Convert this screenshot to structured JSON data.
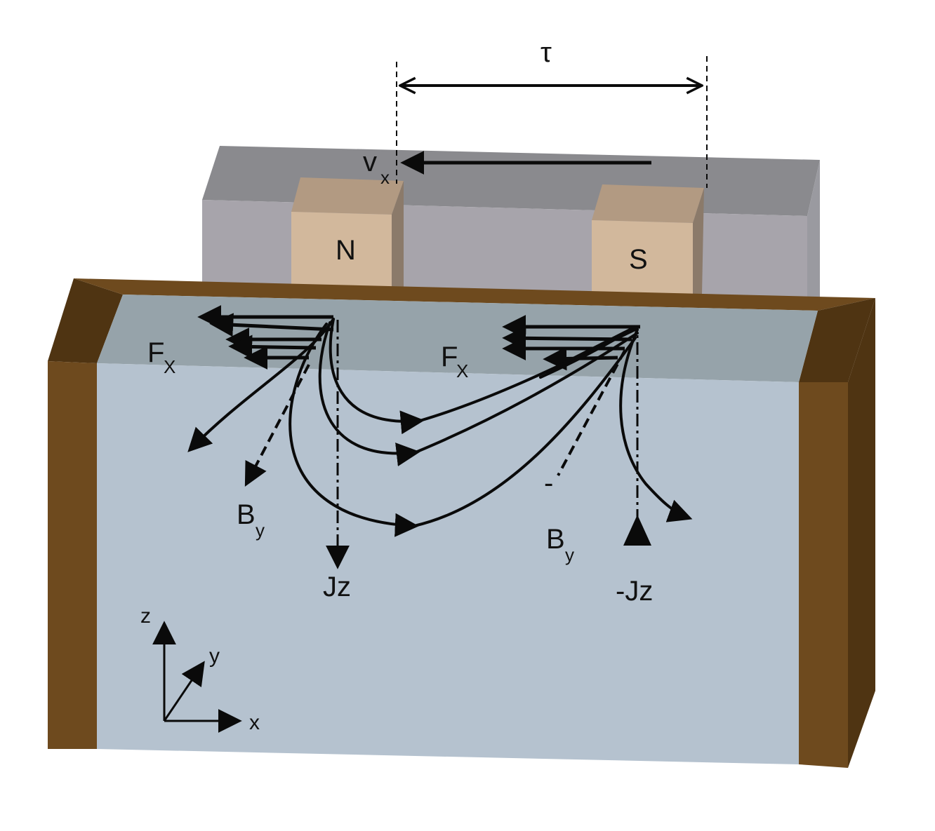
{
  "labels": {
    "tau": "τ",
    "velocity_main": "v",
    "velocity_sub": "x",
    "magnet_north": "N",
    "magnet_south": "S",
    "force_left_main": "F",
    "force_left_sub": "X",
    "force_right_main": "F",
    "force_right_sub": "X",
    "field_left_main": "B",
    "field_left_sub": "y",
    "field_right_main": "B",
    "field_right_sub": "y",
    "current_left": "Jz",
    "current_right": "-Jz",
    "axis_z": "z",
    "axis_y": "y",
    "axis_x": "x",
    "stray_mark": "-"
  },
  "colors": {
    "magnet_carrier_top": "#8a8a8e",
    "magnet_carrier_front": "#a7a4ab",
    "magnet_carrier_side": "#9a9aa0",
    "magnet_top": "#b29a82",
    "magnet_front": "#d2b89c",
    "plate_top": "#96a3aa",
    "plate_front": "#b5c2cf",
    "frame_brown": "#6e4a1e",
    "frame_brown_dark": "#4f3412",
    "line": "#0a0a0a"
  }
}
